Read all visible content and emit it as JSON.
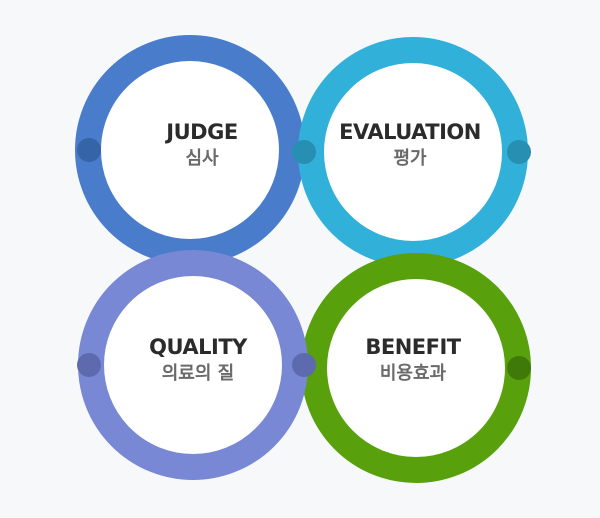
{
  "circles": [
    {
      "title": "JUDGE",
      "subtitle": "심사",
      "color": "#4a7ccc",
      "dot_color": "#3564a8"
    },
    {
      "title": "EVALUATION",
      "subtitle": "평가",
      "color": "#31b0da",
      "dot_color": "#268fb2"
    },
    {
      "title": "QUALITY",
      "subtitle": "의료의 질",
      "color": "#7888d4",
      "dot_color": "#5e6aae"
    },
    {
      "title": "BENEFIT",
      "subtitle": "비용효과",
      "color": "#58a00c",
      "dot_color": "#3f7a08"
    }
  ]
}
